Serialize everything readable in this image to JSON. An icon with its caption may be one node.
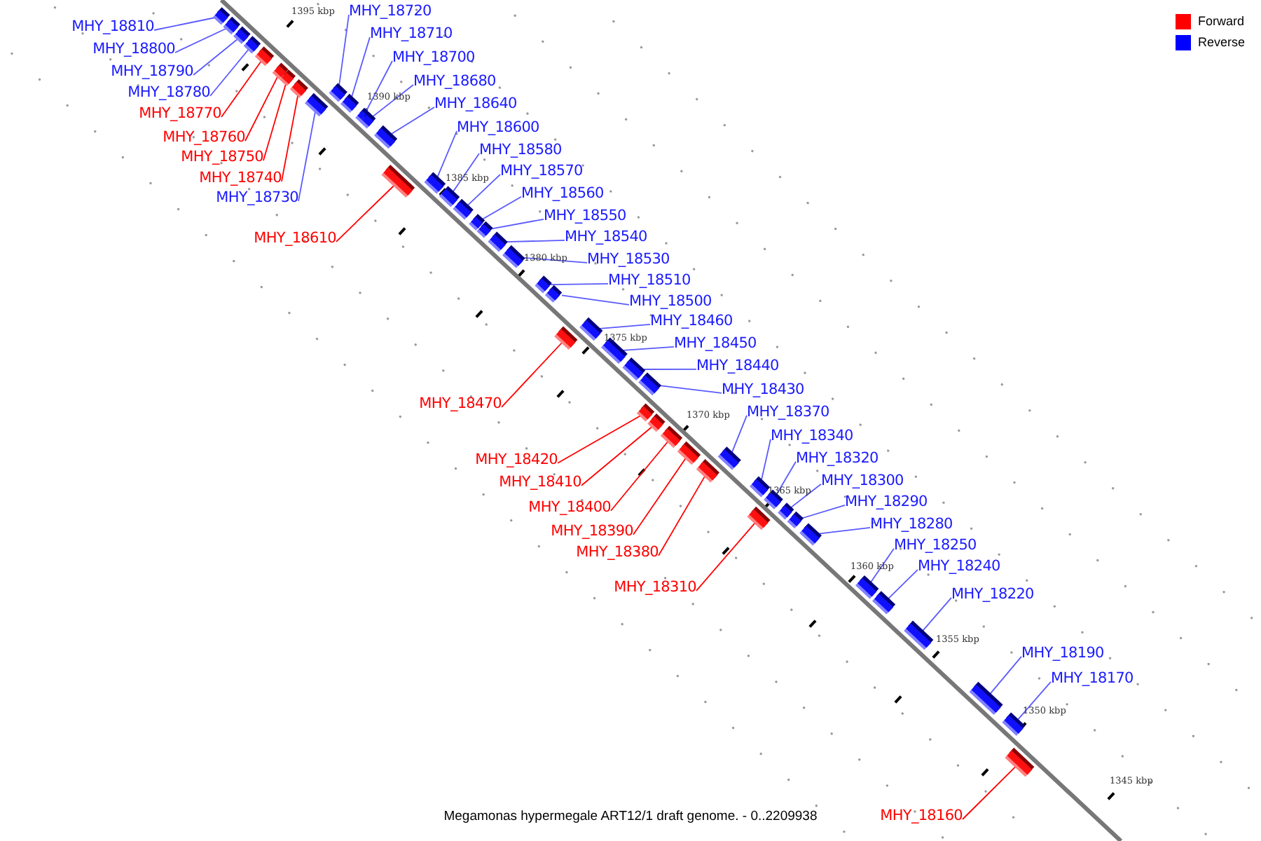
{
  "diagram": {
    "caption": "Megamonas hypermegale ART12/1 draft genome. - 0..2209938",
    "nodes": [
      {
        "text": [
          "MHY_18720"
        ]
      },
      {
        "text": [
          "MHY_18810"
        ]
      },
      {
        "text": [
          "MHY_18710"
        ]
      },
      {
        "text": [
          "MHY_18800"
        ]
      },
      {
        "text": [
          "MHY_18700"
        ]
      },
      {
        "text": [
          "MHY_18790"
        ]
      },
      {
        "text": [
          "MHY_18680"
        ]
      },
      {
        "text": [
          "MHY_18780"
        ]
      },
      {
        "text": [
          "MHY_18640"
        ]
      },
      {
        "text": [
          "MHY_18770"
        ]
      },
      {
        "text": [
          "MHY_18600"
        ]
      },
      {
        "text": [
          "MHY_18760"
        ]
      },
      {
        "text": [
          "MHY_18580"
        ]
      },
      {
        "text": [
          "MHY_18750"
        ]
      },
      {
        "text": [
          "MHY_18570"
        ]
      },
      {
        "text": [
          "MHY_18740"
        ]
      },
      {
        "text": [
          "MHY_18560"
        ]
      },
      {
        "text": [
          "MHY_18730"
        ]
      },
      {
        "text": [
          "MHY_18550"
        ]
      },
      {
        "text": [
          "MHY_18540"
        ]
      },
      {
        "text": [
          "MHY_18610"
        ]
      },
      {
        "text": [
          "MHY_18530"
        ]
      },
      {
        "text": [
          "MHY_18510"
        ]
      },
      {
        "text": [
          "MHY_18500"
        ]
      },
      {
        "text": [
          "MHY_18460"
        ]
      },
      {
        "text": [
          "MHY_18450"
        ]
      },
      {
        "text": [
          "MHY_18440"
        ]
      },
      {
        "text": [
          "MHY_18430"
        ]
      },
      {
        "text": [
          "MHY_18470"
        ]
      },
      {
        "text": [
          "MHY_18370"
        ]
      },
      {
        "text": [
          "MHY_18340"
        ]
      },
      {
        "text": [
          "MHY_18420"
        ]
      },
      {
        "text": [
          "MHY_18320"
        ]
      },
      {
        "text": [
          "MHY_18410"
        ]
      },
      {
        "text": [
          "MHY_18300"
        ]
      },
      {
        "text": [
          "MHY_18400"
        ]
      },
      {
        "text": [
          "MHY_18290"
        ]
      },
      {
        "text": [
          "MHY_18280"
        ]
      },
      {
        "text": [
          "MHY_18390"
        ]
      },
      {
        "text": [
          "MHY_18250"
        ]
      },
      {
        "text": [
          "MHY_18380"
        ]
      },
      {
        "text": [
          "MHY_18240"
        ]
      },
      {
        "text": [
          "MHY_18310"
        ]
      },
      {
        "text": [
          "MHY_18220"
        ]
      },
      {
        "text": [
          "MHY_18190"
        ]
      },
      {
        "text": [
          "MHY_18170"
        ]
      },
      {
        "text": [
          "MHY_18160"
        ]
      },
      {
        "text": [],
        "shape": "box"
      },
      {
        "text": [],
        "shape": "box"
      },
      {
        "text": [],
        "shape": "box"
      },
      {
        "text": [],
        "shape": "box"
      },
      {
        "text": [],
        "shape": "box"
      },
      {
        "text": [],
        "shape": "box"
      },
      {
        "text": [],
        "shape": "box"
      },
      {
        "text": [],
        "shape": "box"
      },
      {
        "text": [],
        "shape": "box"
      },
      {
        "text": [],
        "shape": "box"
      },
      {
        "text": [],
        "shape": "box"
      },
      {
        "text": [],
        "shape": "box"
      },
      {
        "text": [],
        "shape": "box"
      },
      {
        "text": [],
        "shape": "box"
      },
      {
        "text": [],
        "shape": "box"
      },
      {
        "text": [],
        "shape": "box"
      },
      {
        "text": [],
        "shape": "box"
      },
      {
        "text": [],
        "shape": "box"
      },
      {
        "text": [],
        "shape": "box"
      },
      {
        "text": [],
        "shape": "box"
      },
      {
        "text": [],
        "shape": "box"
      },
      {
        "text": [],
        "shape": "box"
      },
      {
        "text": [],
        "shape": "box"
      },
      {
        "text": [],
        "shape": "box"
      },
      {
        "text": [],
        "shape": "box"
      },
      {
        "text": [],
        "shape": "box"
      },
      {
        "text": [],
        "shape": "box"
      },
      {
        "text": [],
        "shape": "box"
      },
      {
        "text": [],
        "shape": "box"
      },
      {
        "text": [],
        "shape": "box"
      },
      {
        "text": [],
        "shape": "box"
      },
      {
        "text": [],
        "shape": "box"
      },
      {
        "text": [],
        "shape": "box"
      },
      {
        "text": [],
        "shape": "box"
      },
      {
        "text": [],
        "shape": "box"
      },
      {
        "text": [],
        "shape": "box"
      },
      {
        "text": [],
        "shape": "box"
      },
      {
        "text": [],
        "shape": "box"
      },
      {
        "text": [],
        "shape": "box"
      },
      {
        "text": [],
        "shape": "box"
      },
      {
        "text": [],
        "shape": "box"
      },
      {
        "text": [],
        "shape": "box"
      },
      {
        "text": [],
        "shape": "box"
      },
      {
        "text": [],
        "shape": "box"
      },
      {
        "text": [],
        "shape": "box"
      },
      {
        "text": [],
        "shape": "box"
      },
      {
        "text": [],
        "shape": "box"
      }
    ],
    "edges": [
      {
        "from": 0,
        "to": 56,
        "arrow": "none"
      },
      {
        "from": 1,
        "to": 47,
        "arrow": "none"
      },
      {
        "from": 2,
        "to": 57,
        "arrow": "none"
      },
      {
        "from": 3,
        "to": 48,
        "arrow": "none"
      },
      {
        "from": 4,
        "to": 58,
        "arrow": "none"
      },
      {
        "from": 5,
        "to": 49,
        "arrow": "none"
      },
      {
        "from": 6,
        "to": 59,
        "arrow": "none"
      },
      {
        "from": 7,
        "to": 50,
        "arrow": "none"
      },
      {
        "from": 8,
        "to": 60,
        "arrow": "none"
      },
      {
        "from": 9,
        "to": 51,
        "arrow": "none",
        "color": "#ff0000"
      },
      {
        "from": 10,
        "to": 62,
        "arrow": "none"
      },
      {
        "from": 11,
        "to": 52,
        "arrow": "none",
        "color": "#ff0000"
      },
      {
        "from": 12,
        "to": 63,
        "arrow": "none"
      },
      {
        "from": 13,
        "to": 53,
        "arrow": "none",
        "color": "#ff0000"
      },
      {
        "from": 14,
        "to": 64,
        "arrow": "none"
      },
      {
        "from": 15,
        "to": 54,
        "arrow": "none",
        "color": "#ff0000"
      },
      {
        "from": 16,
        "to": 65,
        "arrow": "none"
      },
      {
        "from": 17,
        "to": 55,
        "arrow": "none"
      },
      {
        "from": 18,
        "to": 66,
        "arrow": "none"
      },
      {
        "from": 19,
        "to": 67,
        "arrow": "none"
      },
      {
        "from": 20,
        "to": 61,
        "arrow": "none",
        "color": "#ff0000"
      },
      {
        "from": 21,
        "to": 68,
        "arrow": "none"
      },
      {
        "from": 22,
        "to": 69,
        "arrow": "none"
      },
      {
        "from": 23,
        "to": 70,
        "arrow": "none"
      },
      {
        "from": 24,
        "to": 72,
        "arrow": "none"
      },
      {
        "from": 25,
        "to": 73,
        "arrow": "none"
      },
      {
        "from": 26,
        "to": 74,
        "arrow": "none"
      },
      {
        "from": 27,
        "to": 75,
        "arrow": "none"
      },
      {
        "from": 28,
        "to": 71,
        "arrow": "none",
        "color": "#ff0000"
      },
      {
        "from": 29,
        "to": 81,
        "arrow": "none"
      },
      {
        "from": 30,
        "to": 82,
        "arrow": "none"
      },
      {
        "from": 31,
        "to": 76,
        "arrow": "none",
        "color": "#ff0000"
      },
      {
        "from": 32,
        "to": 83,
        "arrow": "none"
      },
      {
        "from": 33,
        "to": 77,
        "arrow": "none",
        "color": "#ff0000"
      },
      {
        "from": 34,
        "to": 85,
        "arrow": "none"
      },
      {
        "from": 35,
        "to": 78,
        "arrow": "none",
        "color": "#ff0000"
      },
      {
        "from": 36,
        "to": 86,
        "arrow": "none"
      },
      {
        "from": 37,
        "to": 87,
        "arrow": "none"
      },
      {
        "from": 38,
        "to": 79,
        "arrow": "none",
        "color": "#ff0000"
      },
      {
        "from": 39,
        "to": 88,
        "arrow": "none"
      },
      {
        "from": 40,
        "to": 80,
        "arrow": "none",
        "color": "#ff0000"
      },
      {
        "from": 41,
        "to": 89,
        "arrow": "none"
      },
      {
        "from": 42,
        "to": 84,
        "arrow": "none",
        "color": "#ff0000"
      },
      {
        "from": 43,
        "to": 90,
        "arrow": "none"
      },
      {
        "from": 44,
        "to": 91,
        "arrow": "none"
      },
      {
        "from": 45,
        "to": 92,
        "arrow": "none"
      },
      {
        "from": 46,
        "to": 93,
        "arrow": "none",
        "color": "#ff0000"
      }
    ],
    "labels": [
      "1395 kbp",
      "1390 kbp",
      "1385 kbp",
      "1380 kbp",
      "1375 kbp",
      "1370 kbp",
      "1365 kbp",
      "1360 kbp",
      "1355 kbp",
      "1350 kbp",
      "1345 kbp"
    ],
    "legend": [
      {
        "text": "Forward",
        "color": "#ff0000"
      },
      {
        "text": "Reverse",
        "color": "#0000ff"
      }
    ]
  }
}
